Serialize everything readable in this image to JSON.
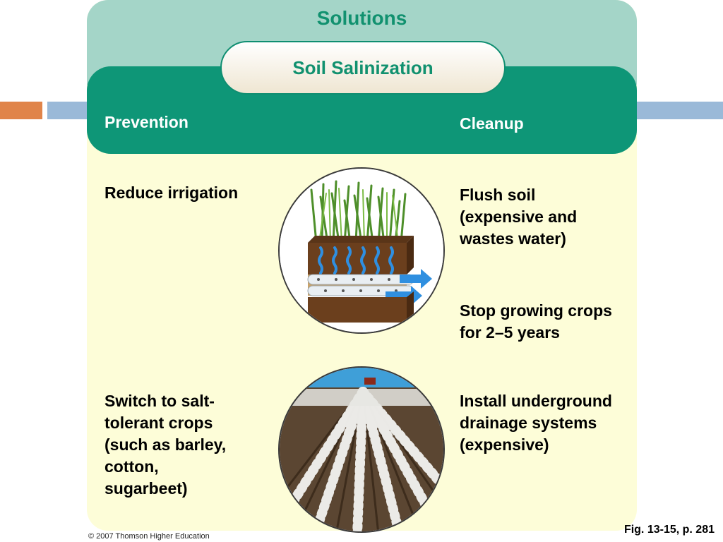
{
  "title": "Solutions",
  "subtitle": "Soil Salinization",
  "columns": {
    "prevention": {
      "heading": "Prevention",
      "items": [
        "Reduce irrigation",
        "Switch to salt-\ntolerant crops\n(such as barley,\ncotton,\nsugarbeet)"
      ]
    },
    "cleanup": {
      "heading": "Cleanup",
      "items": [
        "Flush soil\n(expensive and\nwastes water)",
        "Stop growing crops\nfor 2–5 years",
        "Install underground\ndrainage systems\n(expensive)"
      ]
    }
  },
  "images": {
    "soil_cross_section": "soil-drainage-cross-section",
    "salt_tolerant_crop_field": "cotton-field-rows"
  },
  "footer": {
    "copyright": "© 2007 Thomson Higher Education",
    "figure_ref": "Fig. 13-15, p. 281"
  },
  "colors": {
    "accent_green": "#0e9677",
    "title_green": "#11916f",
    "top_band": "#a4d5c8",
    "panel_background": "#fdfdd8",
    "deco_orange": "#e0844a",
    "deco_blue": "#9ab9d8"
  }
}
